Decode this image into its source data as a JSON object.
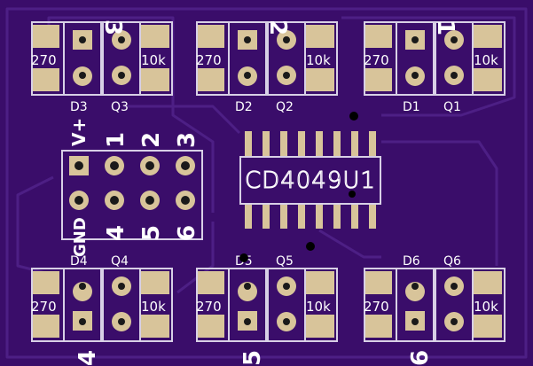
{
  "board": {
    "colors": {
      "substrate": "#3a0d6a",
      "trace": "#4d1f85",
      "silkscreen": "#ffffff",
      "pad": "#d8c49a",
      "hole": "#1a1a1a"
    },
    "ic": {
      "label": "CD4049U1"
    },
    "header": {
      "top_labels": [
        "V+",
        "1",
        "2",
        "3"
      ],
      "bottom_labels": [
        "GND",
        "4",
        "5",
        "6"
      ]
    },
    "channels": [
      {
        "number": "3",
        "resistor": "270",
        "diode": "D3",
        "transistor": "Q3",
        "pullup": "10k"
      },
      {
        "number": "2",
        "resistor": "270",
        "diode": "D2",
        "transistor": "Q2",
        "pullup": "10k"
      },
      {
        "number": "1",
        "resistor": "270",
        "diode": "D1",
        "transistor": "Q1",
        "pullup": "10k"
      },
      {
        "number": "4",
        "resistor": "270",
        "diode": "D4",
        "transistor": "Q4",
        "pullup": "10k"
      },
      {
        "number": "5",
        "resistor": "270",
        "diode": "D5",
        "transistor": "Q5",
        "pullup": "10k"
      },
      {
        "number": "6",
        "resistor": "270",
        "diode": "D6",
        "transistor": "Q6",
        "pullup": "10k"
      }
    ]
  }
}
